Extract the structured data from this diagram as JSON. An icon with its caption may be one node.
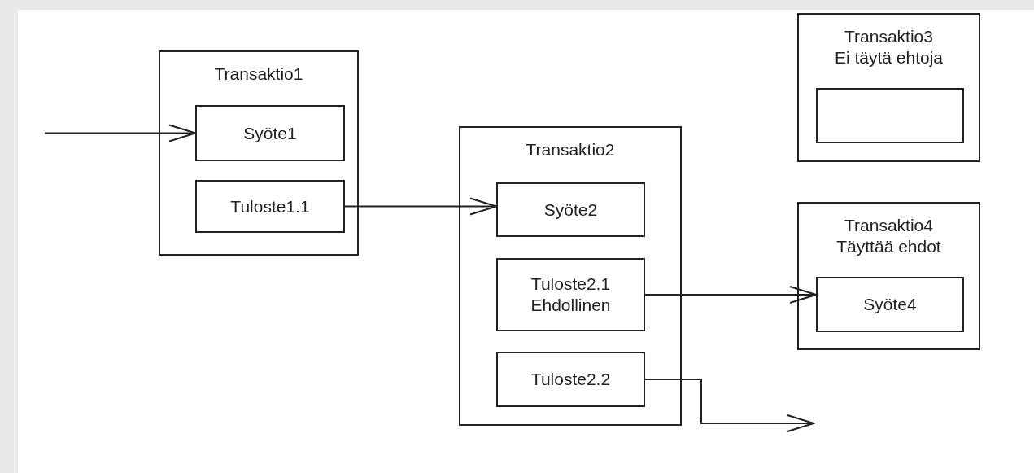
{
  "diagram": {
    "nodes": [
      {
        "text": [
          "Transaktio1"
        ]
      },
      {
        "text": [
          "Syöte1"
        ],
        "in": 0
      },
      {
        "text": [
          "Tuloste1.1"
        ],
        "in": 0
      },
      {
        "text": [
          "Transaktio2"
        ]
      },
      {
        "text": [
          "Syöte2"
        ],
        "in": 3
      },
      {
        "text": [
          "Tuloste2.1",
          "Ehdollinen"
        ],
        "in": 3
      },
      {
        "text": [
          "Tuloste2.2"
        ],
        "in": 3
      },
      {
        "text": [
          "Transaktio3",
          "Ei täytä ehtoja"
        ]
      },
      {
        "text": [],
        "shape": "box",
        "in": 7
      },
      {
        "text": [
          "Transaktio4",
          "Täyttää ehdot"
        ]
      },
      {
        "text": [
          "Syöte4"
        ],
        "in": 9
      }
    ],
    "edges": [
      {
        "from": null,
        "to": 1,
        "arrow": "to"
      },
      {
        "from": 2,
        "to": 4,
        "arrow": "to"
      },
      {
        "from": 5,
        "to": 10,
        "arrow": "to"
      },
      {
        "from": 6,
        "to": null,
        "arrow": "to"
      }
    ]
  }
}
